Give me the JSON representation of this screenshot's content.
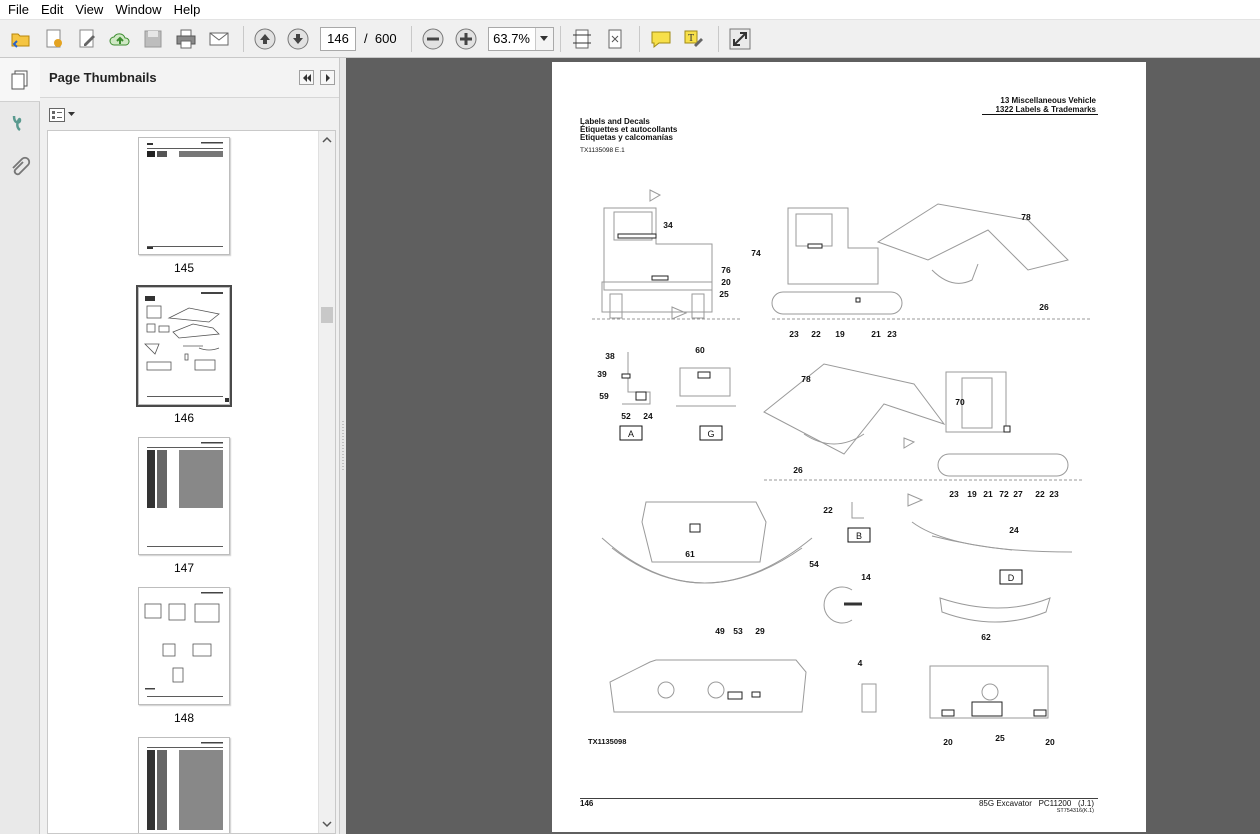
{
  "menu": [
    "File",
    "Edit",
    "View",
    "Window",
    "Help"
  ],
  "toolbar": {
    "current_page": "146",
    "page_separator": "/",
    "total_pages": "600",
    "zoom": "63.7%"
  },
  "panel": {
    "title": "Page Thumbnails"
  },
  "thumbnails": [
    "145",
    "146",
    "147",
    "148"
  ],
  "document": {
    "header_right_1": "13 Miscellaneous Vehicle",
    "header_right_2": "1322 Labels & Trademarks",
    "section_en": "Labels and Decals",
    "section_fr": "Étiquettes et autocollants",
    "section_es": "Etiquetas y calcomanías",
    "ref": "TX1135098 E.1",
    "figure_id": "TX1135098",
    "page_number": "146",
    "footer_model": "85G Excavator",
    "footer_code": "PC11200",
    "footer_rev": "(J.1)",
    "footer_small": "ST754316(K.1)",
    "view_labels": [
      "A",
      "G",
      "B",
      "D"
    ],
    "callouts": [
      "34",
      "76",
      "20",
      "25",
      "78",
      "74",
      "26",
      "23",
      "22",
      "19",
      "21",
      "23",
      "38",
      "39",
      "59",
      "52",
      "24",
      "60",
      "78",
      "70",
      "26",
      "23",
      "19",
      "21",
      "72",
      "27",
      "22",
      "23",
      "22",
      "24",
      "61",
      "54",
      "14",
      "62",
      "49",
      "53",
      "29",
      "4",
      "20",
      "25",
      "20"
    ]
  }
}
